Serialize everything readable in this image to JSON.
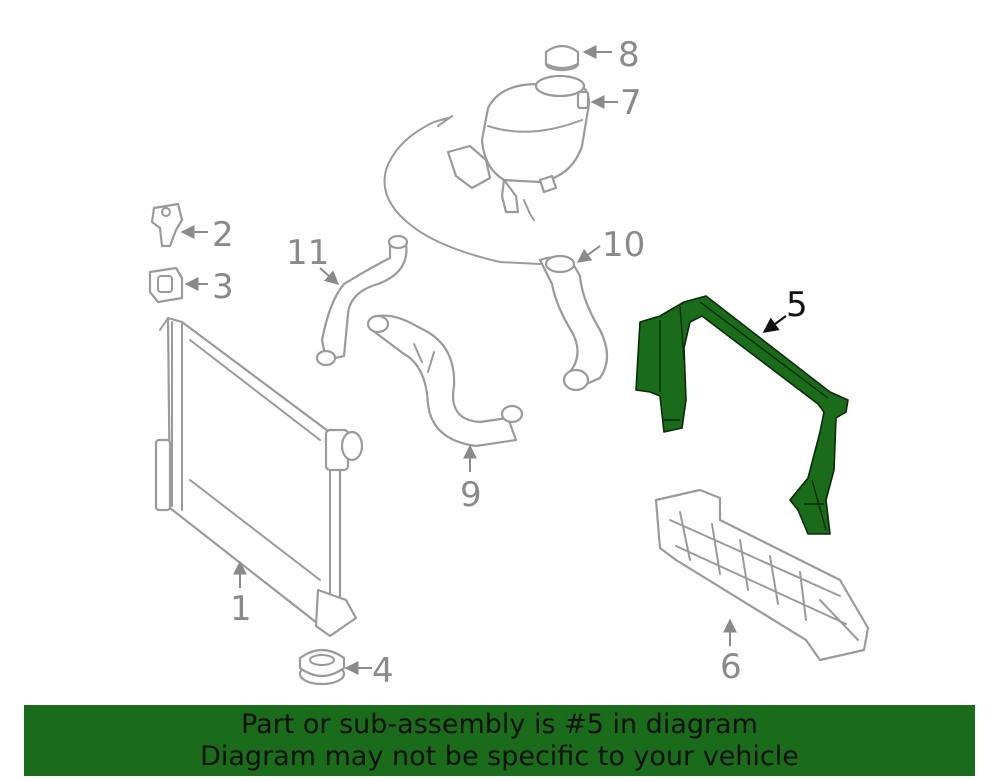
{
  "callouts": {
    "c1": "1",
    "c2": "2",
    "c3": "3",
    "c4": "4",
    "c5": "5",
    "c6": "6",
    "c7": "7",
    "c8": "8",
    "c9": "9",
    "c10": "10",
    "c11": "11"
  },
  "colors": {
    "highlight_part": "#1a6b1a",
    "banner_background": "#1a6b1a",
    "line_art": "#9a9a9a",
    "highlight_label": "#111111"
  },
  "banner": {
    "line1": "Part or sub-assembly is #5 in diagram",
    "line2": "Diagram may not be specific to your vehicle"
  }
}
